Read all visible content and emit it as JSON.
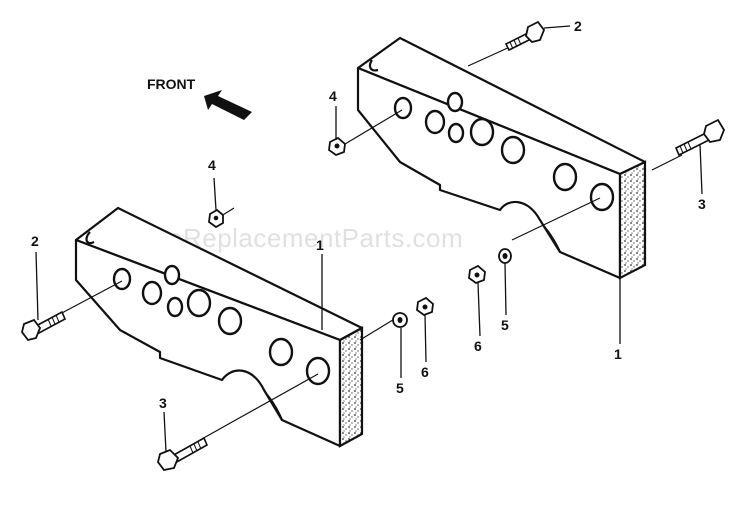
{
  "diagram": {
    "front_label": "FRONT",
    "watermark": "eReplacementParts.com",
    "callouts": {
      "upper_bolt_2": "2",
      "right_bolt_3": "3",
      "upper_nut_4": "4",
      "right_weight_1": "1",
      "right_washer_5": "5",
      "right_nut_6": "6",
      "left_nut_4": "4",
      "left_bolt_2": "2",
      "left_weight_1": "1",
      "left_bolt_3": "3",
      "left_washer_5": "5",
      "left_nut_6": "6"
    }
  }
}
